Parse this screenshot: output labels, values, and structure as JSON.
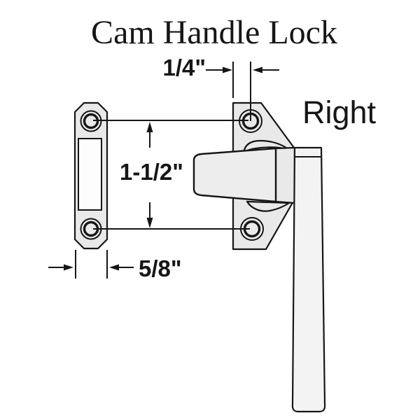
{
  "title": "Cam Handle Lock",
  "orientation_label": "Right",
  "dimensions": {
    "hole_center_offset": "1/4\"",
    "hole_spacing": "1-1/2\"",
    "keeper_plate_width": "5/8\""
  },
  "colors": {
    "background": "#ffffff",
    "line": "#161616",
    "part_fill": "#e9e9e9",
    "wedge_fill": "#ededed",
    "handle_fill": "#f3f3f3"
  }
}
